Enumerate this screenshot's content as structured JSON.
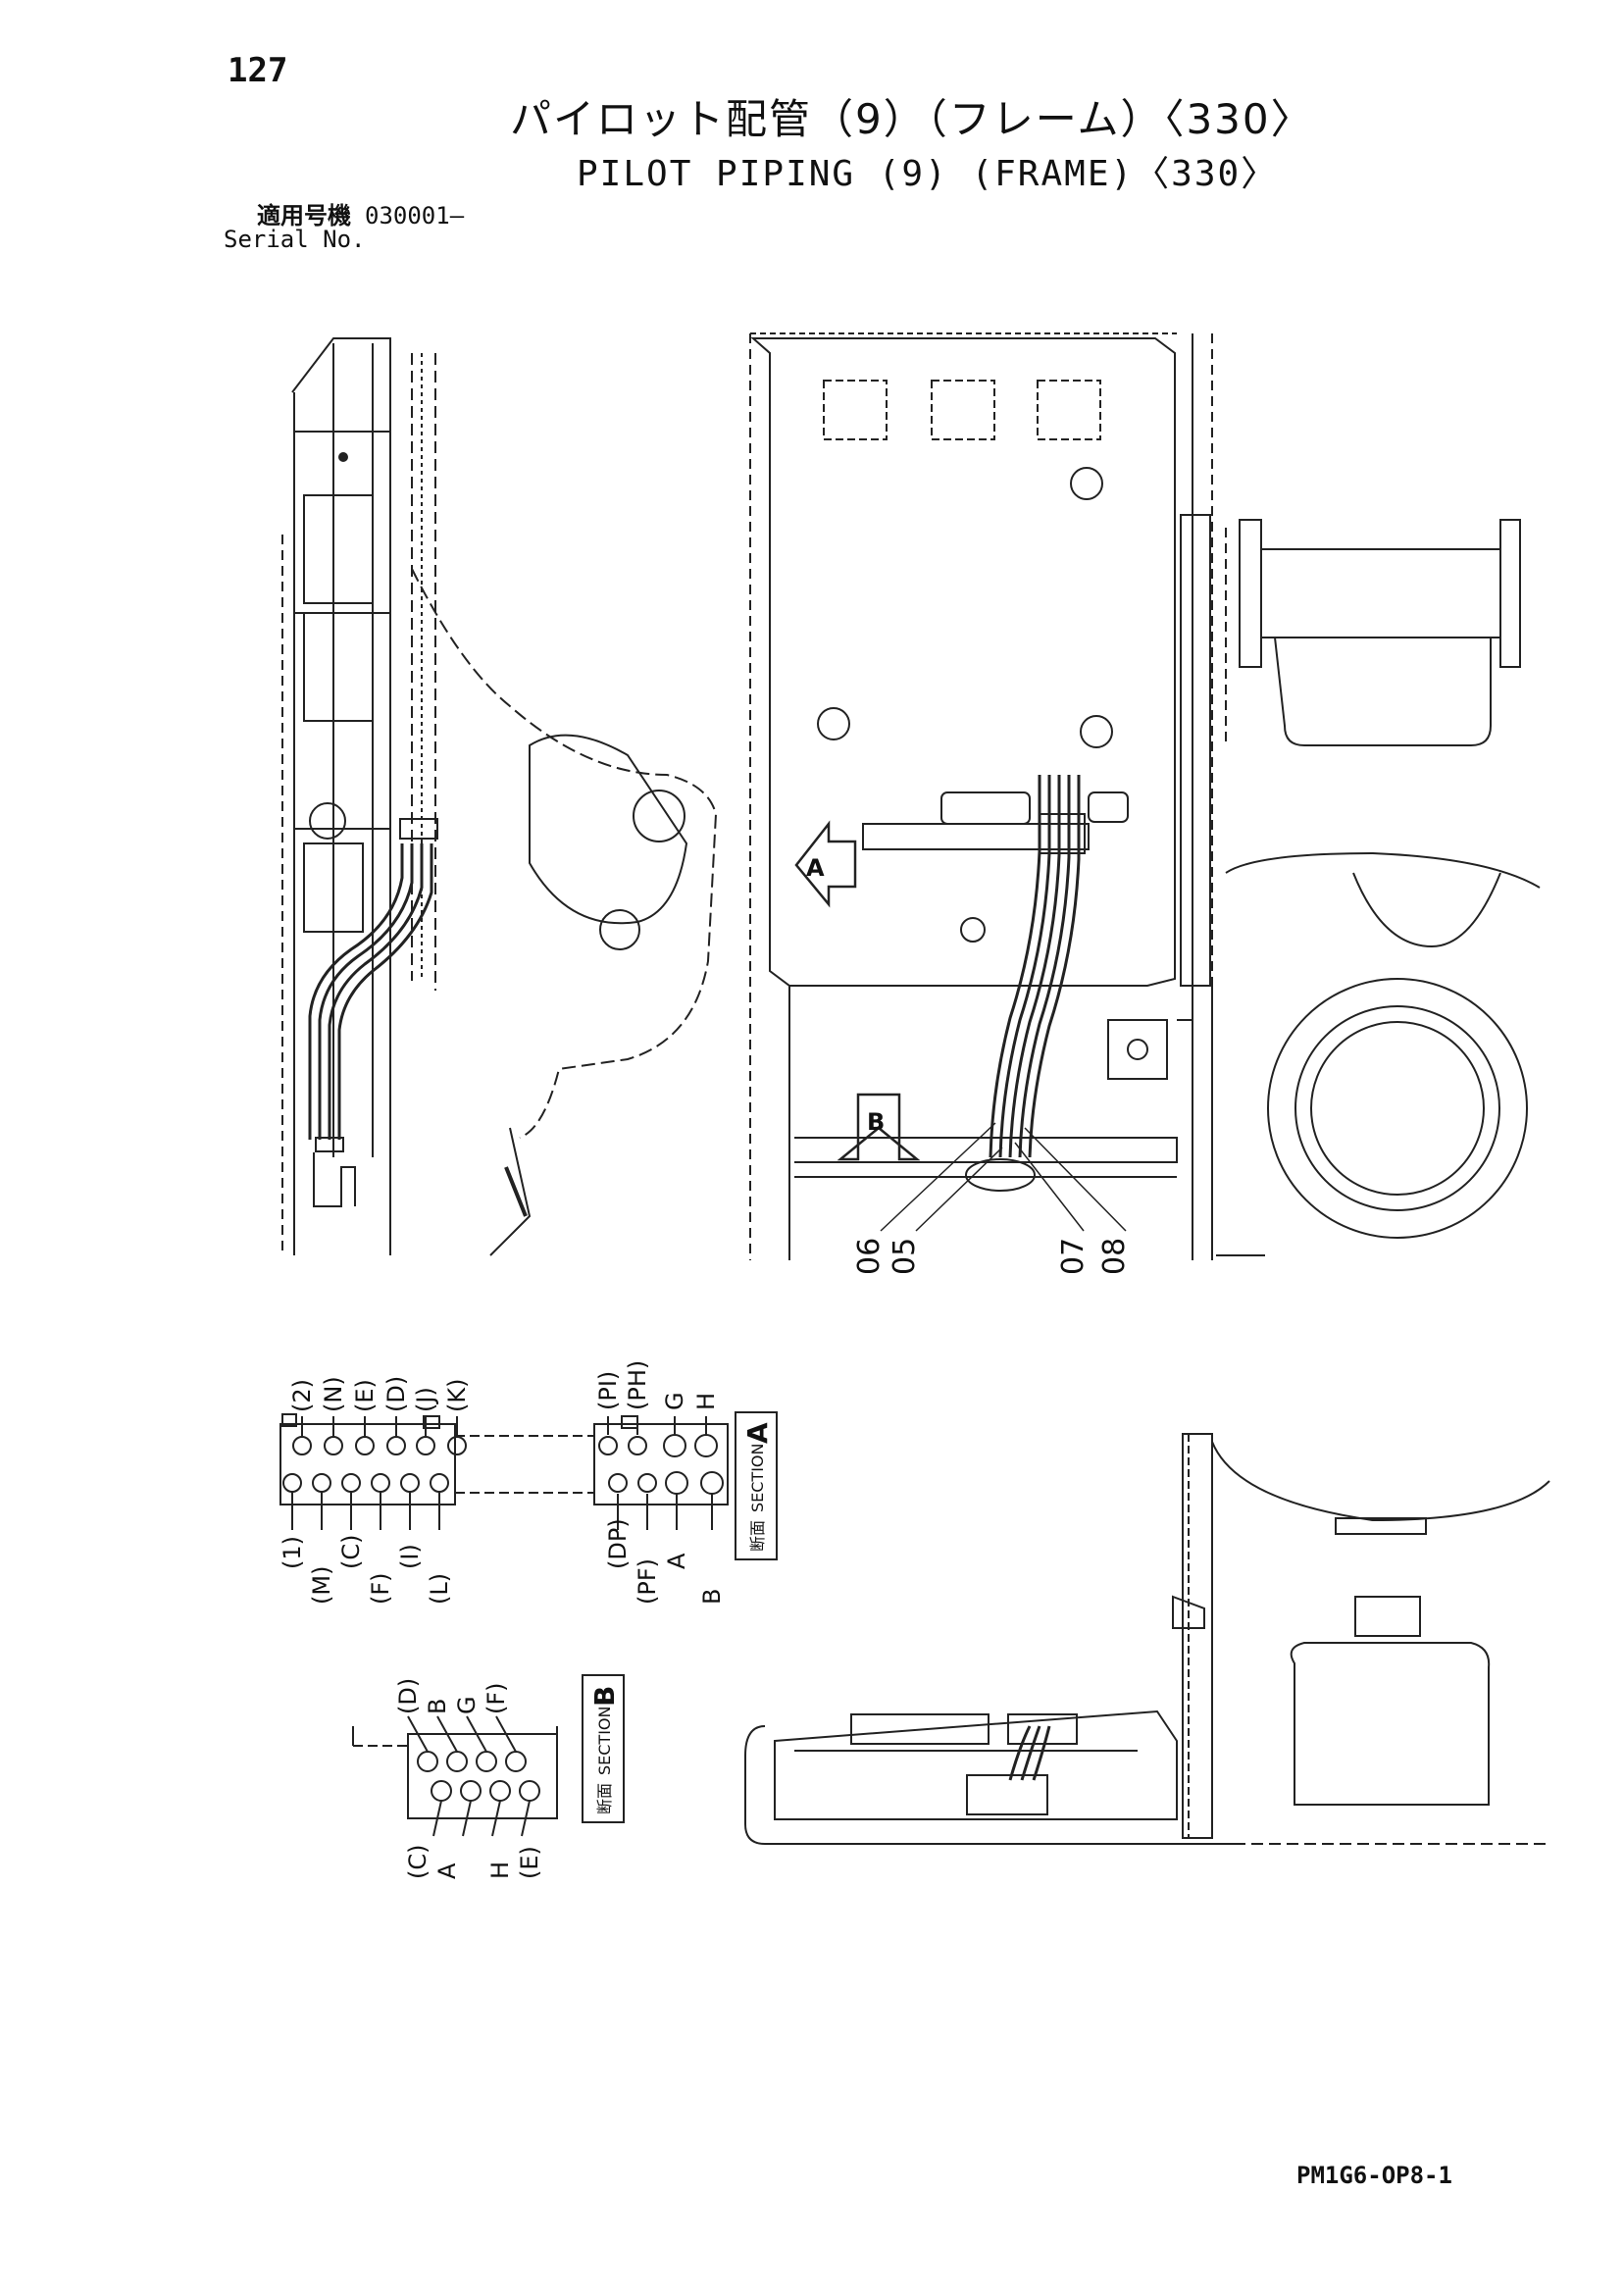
{
  "page_number": "127",
  "title_jp": "パイロット配管（9）（フレーム）〈330〉",
  "title_en": "PILOT PIPING (9) (FRAME)〈330〉",
  "applicability": {
    "label_jp": "適用号機",
    "label_en": "Serial No.",
    "value": "030001–"
  },
  "doc_ref": "PM1G6-OP8-1",
  "views": {
    "section_a": "A",
    "section_b": "B"
  },
  "callouts": [
    "06",
    "05",
    "07",
    "08"
  ],
  "section_a": {
    "caption_jp": "断面",
    "caption_en": "SECTION",
    "letter": "A",
    "left_top": [
      "(2)",
      "(N)",
      "(E)",
      "(D)",
      "(J)",
      "(K)"
    ],
    "left_bottom": [
      "(1)",
      "(M)",
      "(C)",
      "(F)",
      "(I)",
      "(L)"
    ],
    "right_top": [
      "(PI)",
      "(PH)",
      "G",
      "H"
    ],
    "right_bottom": [
      "(DP)",
      "(PF)",
      "A",
      "B"
    ]
  },
  "section_b": {
    "caption_jp": "断面",
    "caption_en": "SECTION",
    "letter": "B",
    "top": [
      "(D)",
      "B",
      "G",
      "(F)"
    ],
    "bottom": [
      "(C)",
      "A",
      "H",
      "(E)"
    ]
  }
}
